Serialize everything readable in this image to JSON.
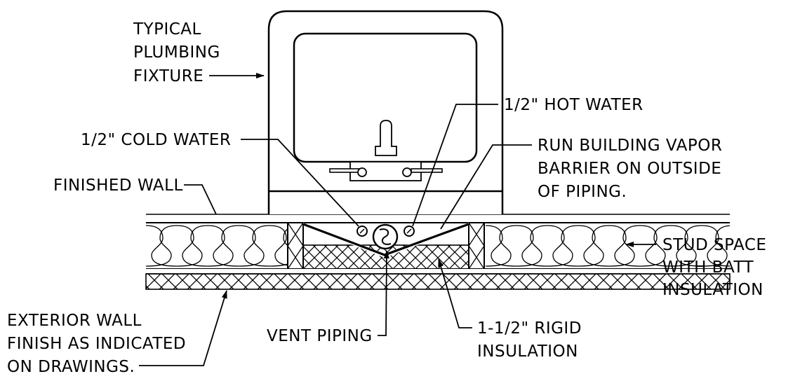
{
  "labels": {
    "fixture": [
      "TYPICAL",
      "PLUMBING",
      "FIXTURE"
    ],
    "hot_water": "1/2\" HOT WATER",
    "cold_water": "1/2\" COLD WATER",
    "vapor_barrier": [
      "RUN BUILDING VAPOR",
      "BARRIER ON OUTSIDE",
      "OF PIPING."
    ],
    "finished_wall": "FINISHED WALL",
    "stud_space": [
      "STUD SPACE",
      "WITH BATT",
      "INSULATION"
    ],
    "exterior_wall": [
      "EXTERIOR WALL",
      "FINISH AS INDICATED",
      "ON DRAWINGS."
    ],
    "vent_piping": "VENT PIPING",
    "rigid_insulation": [
      "1-1/2\" RIGID",
      "INSULATION"
    ]
  },
  "colors": {
    "line": "#000000",
    "background": "#ffffff"
  }
}
